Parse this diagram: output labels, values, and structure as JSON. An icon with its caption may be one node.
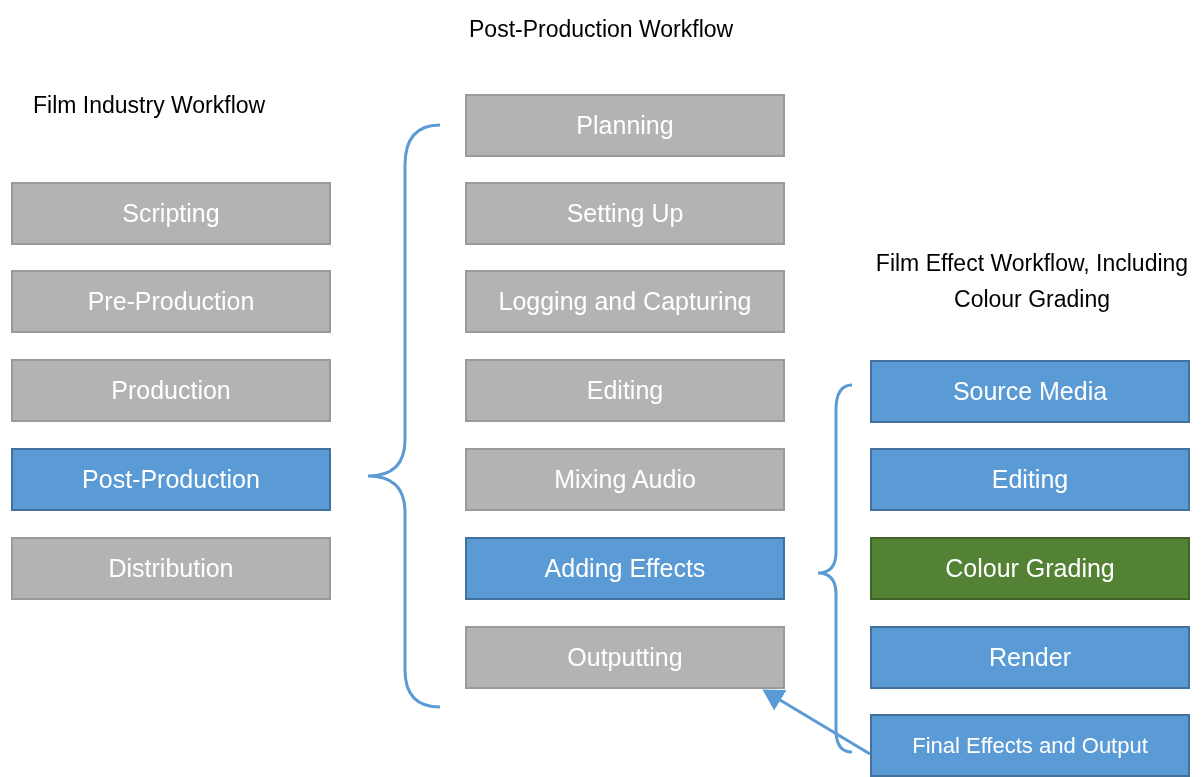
{
  "diagram": {
    "title": "Post-Production Workflow",
    "nodes": [
      {
        "text": [
          "Scripting"
        ]
      },
      {
        "text": [
          "Pre-Production"
        ]
      },
      {
        "text": [
          "Production"
        ]
      },
      {
        "text": [
          "Post-Production"
        ]
      },
      {
        "text": [
          "Distribution"
        ]
      },
      {
        "text": [
          "Planning"
        ]
      },
      {
        "text": [
          "Setting Up"
        ]
      },
      {
        "text": [
          "Logging and Capturing"
        ]
      },
      {
        "text": [
          "Editing"
        ]
      },
      {
        "text": [
          "Mixing Audio"
        ]
      },
      {
        "text": [
          "Adding Effects"
        ]
      },
      {
        "text": [
          "Outputting"
        ]
      },
      {
        "text": [
          "Source Media"
        ]
      },
      {
        "text": [
          "Editing"
        ]
      },
      {
        "text": [
          "Colour Grading"
        ]
      },
      {
        "text": [
          "Render"
        ]
      },
      {
        "text": [
          "Final Effects and Output"
        ]
      }
    ],
    "edges": [
      {
        "from": 16,
        "to": 11,
        "arrow": "to"
      }
    ],
    "labels": [
      "Film Industry Workflow",
      "Film Effect Workflow, Including Colour Grading"
    ]
  }
}
